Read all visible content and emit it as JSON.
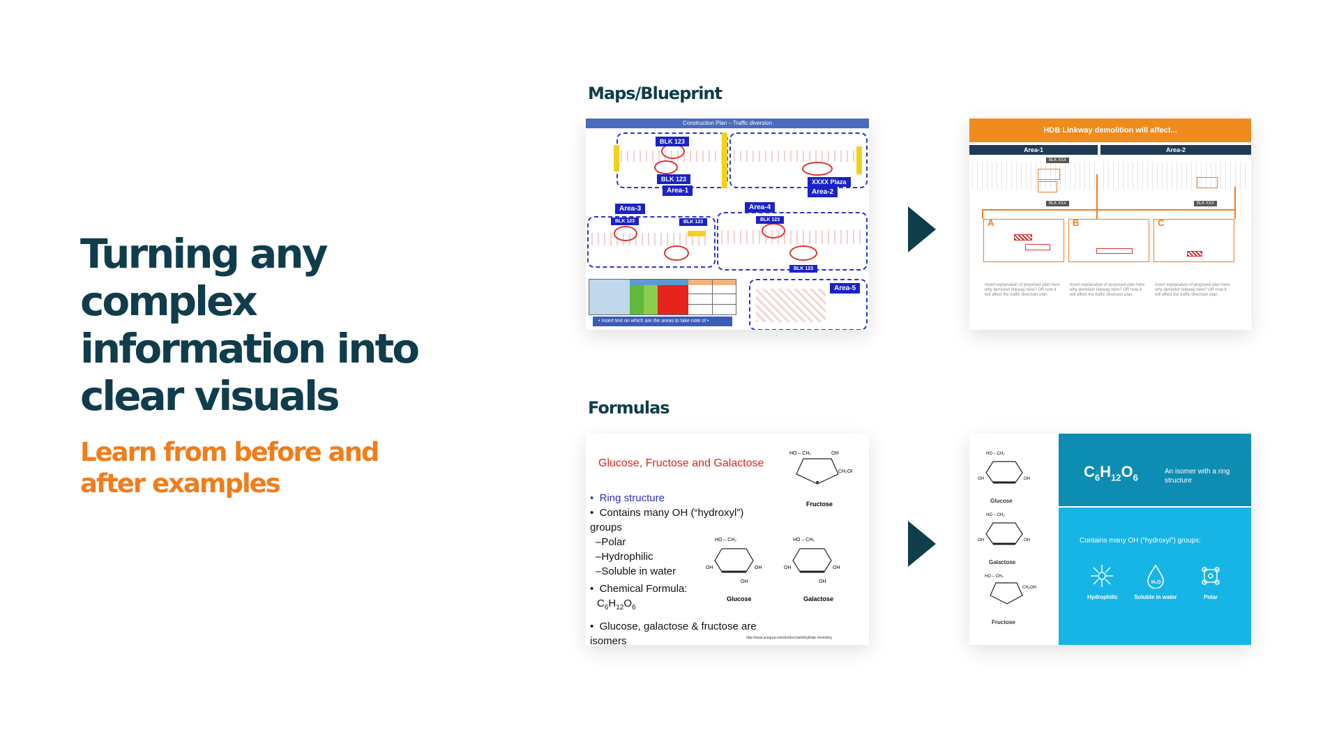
{
  "headline": "Turning any complex information into clear visuals",
  "subheadline": "Learn from before and after examples",
  "sections": {
    "maps_label": "Maps/Blueprint",
    "formulas_label": "Formulas"
  },
  "maps_before": {
    "banner": "Construction Plan – Traffic diversion",
    "areas": [
      "Area-1",
      "Area-2",
      "Area-3",
      "Area-4",
      "Area-5"
    ],
    "blk": [
      "BLK 123",
      "BLK 123",
      "XXXX Plaza",
      "BLK 123",
      "BLK 123",
      "BLK 123",
      "BLK 123"
    ],
    "footer_note": "• Insert text on which are the areas to take note of •"
  },
  "maps_after": {
    "banner": "HDB Linkway demolition will affect...",
    "area1": "Area-1",
    "area2": "Area-2",
    "letters": [
      "A",
      "B",
      "C"
    ],
    "blk_tag": "BLK XXX",
    "explanation": "Insert explanation of proposed plan here why demolish linkway here? OR how it will affect the traffic diversion plan."
  },
  "formulas_before": {
    "title": "Glucose, Fructose and Galactose",
    "ring": "Ring structure",
    "contains": "Contains many OH (“hydroxyl”) groups",
    "sub_items": [
      "Polar",
      "Hydrophilic",
      "Soluble in water"
    ],
    "chem_label": "Chemical Formula:",
    "formula": "C6H12O6",
    "isomers": "Glucose, galactose & fructose are isomers",
    "molecules": [
      "Fructose",
      "Glucose",
      "Galactose"
    ],
    "source": "http://www.acequar.com/en/doc/carbohydrate-chemistry"
  },
  "formulas_after": {
    "molecules": [
      "Glucose",
      "Galactose",
      "Fructose"
    ],
    "formula": "C6H12O6",
    "isomer_text": "An isomer with a ring structure",
    "groups": "Contains many OH (“hydroxyl”) groups:",
    "icons": [
      "Hydrophilic",
      "Soluble in water",
      "Polar"
    ]
  },
  "colors": {
    "navy": "#0f3d4c",
    "orange": "#f07d1c",
    "teal_dark": "#0e8db3",
    "cyan": "#16b5e6"
  }
}
